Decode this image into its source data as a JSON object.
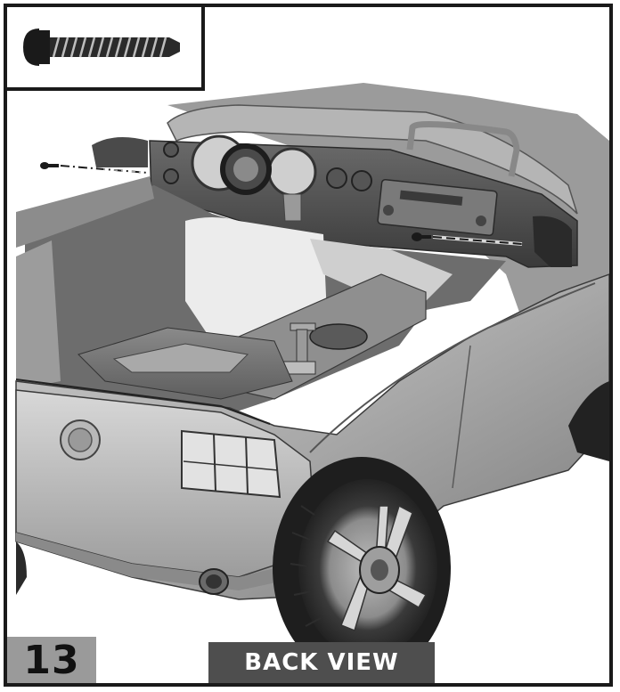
{
  "step_number": "13",
  "view_label": "BACK VIEW",
  "icons": {
    "screw": "screw-icon",
    "car": "ride-on-car-illustration"
  },
  "colors": {
    "border": "#1a1a1a",
    "step_badge": "#9a9a9a",
    "label_bar": "#4e4e4e",
    "label_text": "#ffffff"
  }
}
